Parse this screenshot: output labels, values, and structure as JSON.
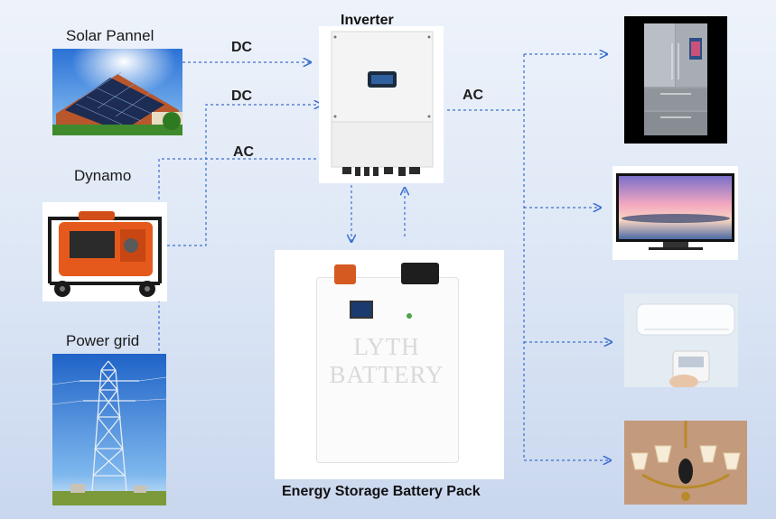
{
  "labels": {
    "solar": "Solar Pannel",
    "dynamo": "Dynamo",
    "grid": "Power grid",
    "inverter": "Inverter",
    "battery": "Energy Storage Battery Pack",
    "battery_brand": "LYTH BATTERY"
  },
  "flows": {
    "dc_top": "DC",
    "dc_mid": "DC",
    "ac_source": "AC",
    "ac_output": "AC"
  },
  "colors": {
    "wire": "#3a6fd0",
    "background_top": "#eef3fb",
    "background_bottom": "#c9d7ee"
  },
  "icons": {
    "solar": "solar-panel-house-image",
    "dynamo": "generator-image",
    "grid": "transmission-tower-image",
    "inverter": "inverter-unit-image",
    "battery": "battery-cabinet-image",
    "fridge": "refrigerator-image",
    "tv": "television-image",
    "ac": "air-conditioner-image",
    "lamp": "chandelier-image"
  }
}
